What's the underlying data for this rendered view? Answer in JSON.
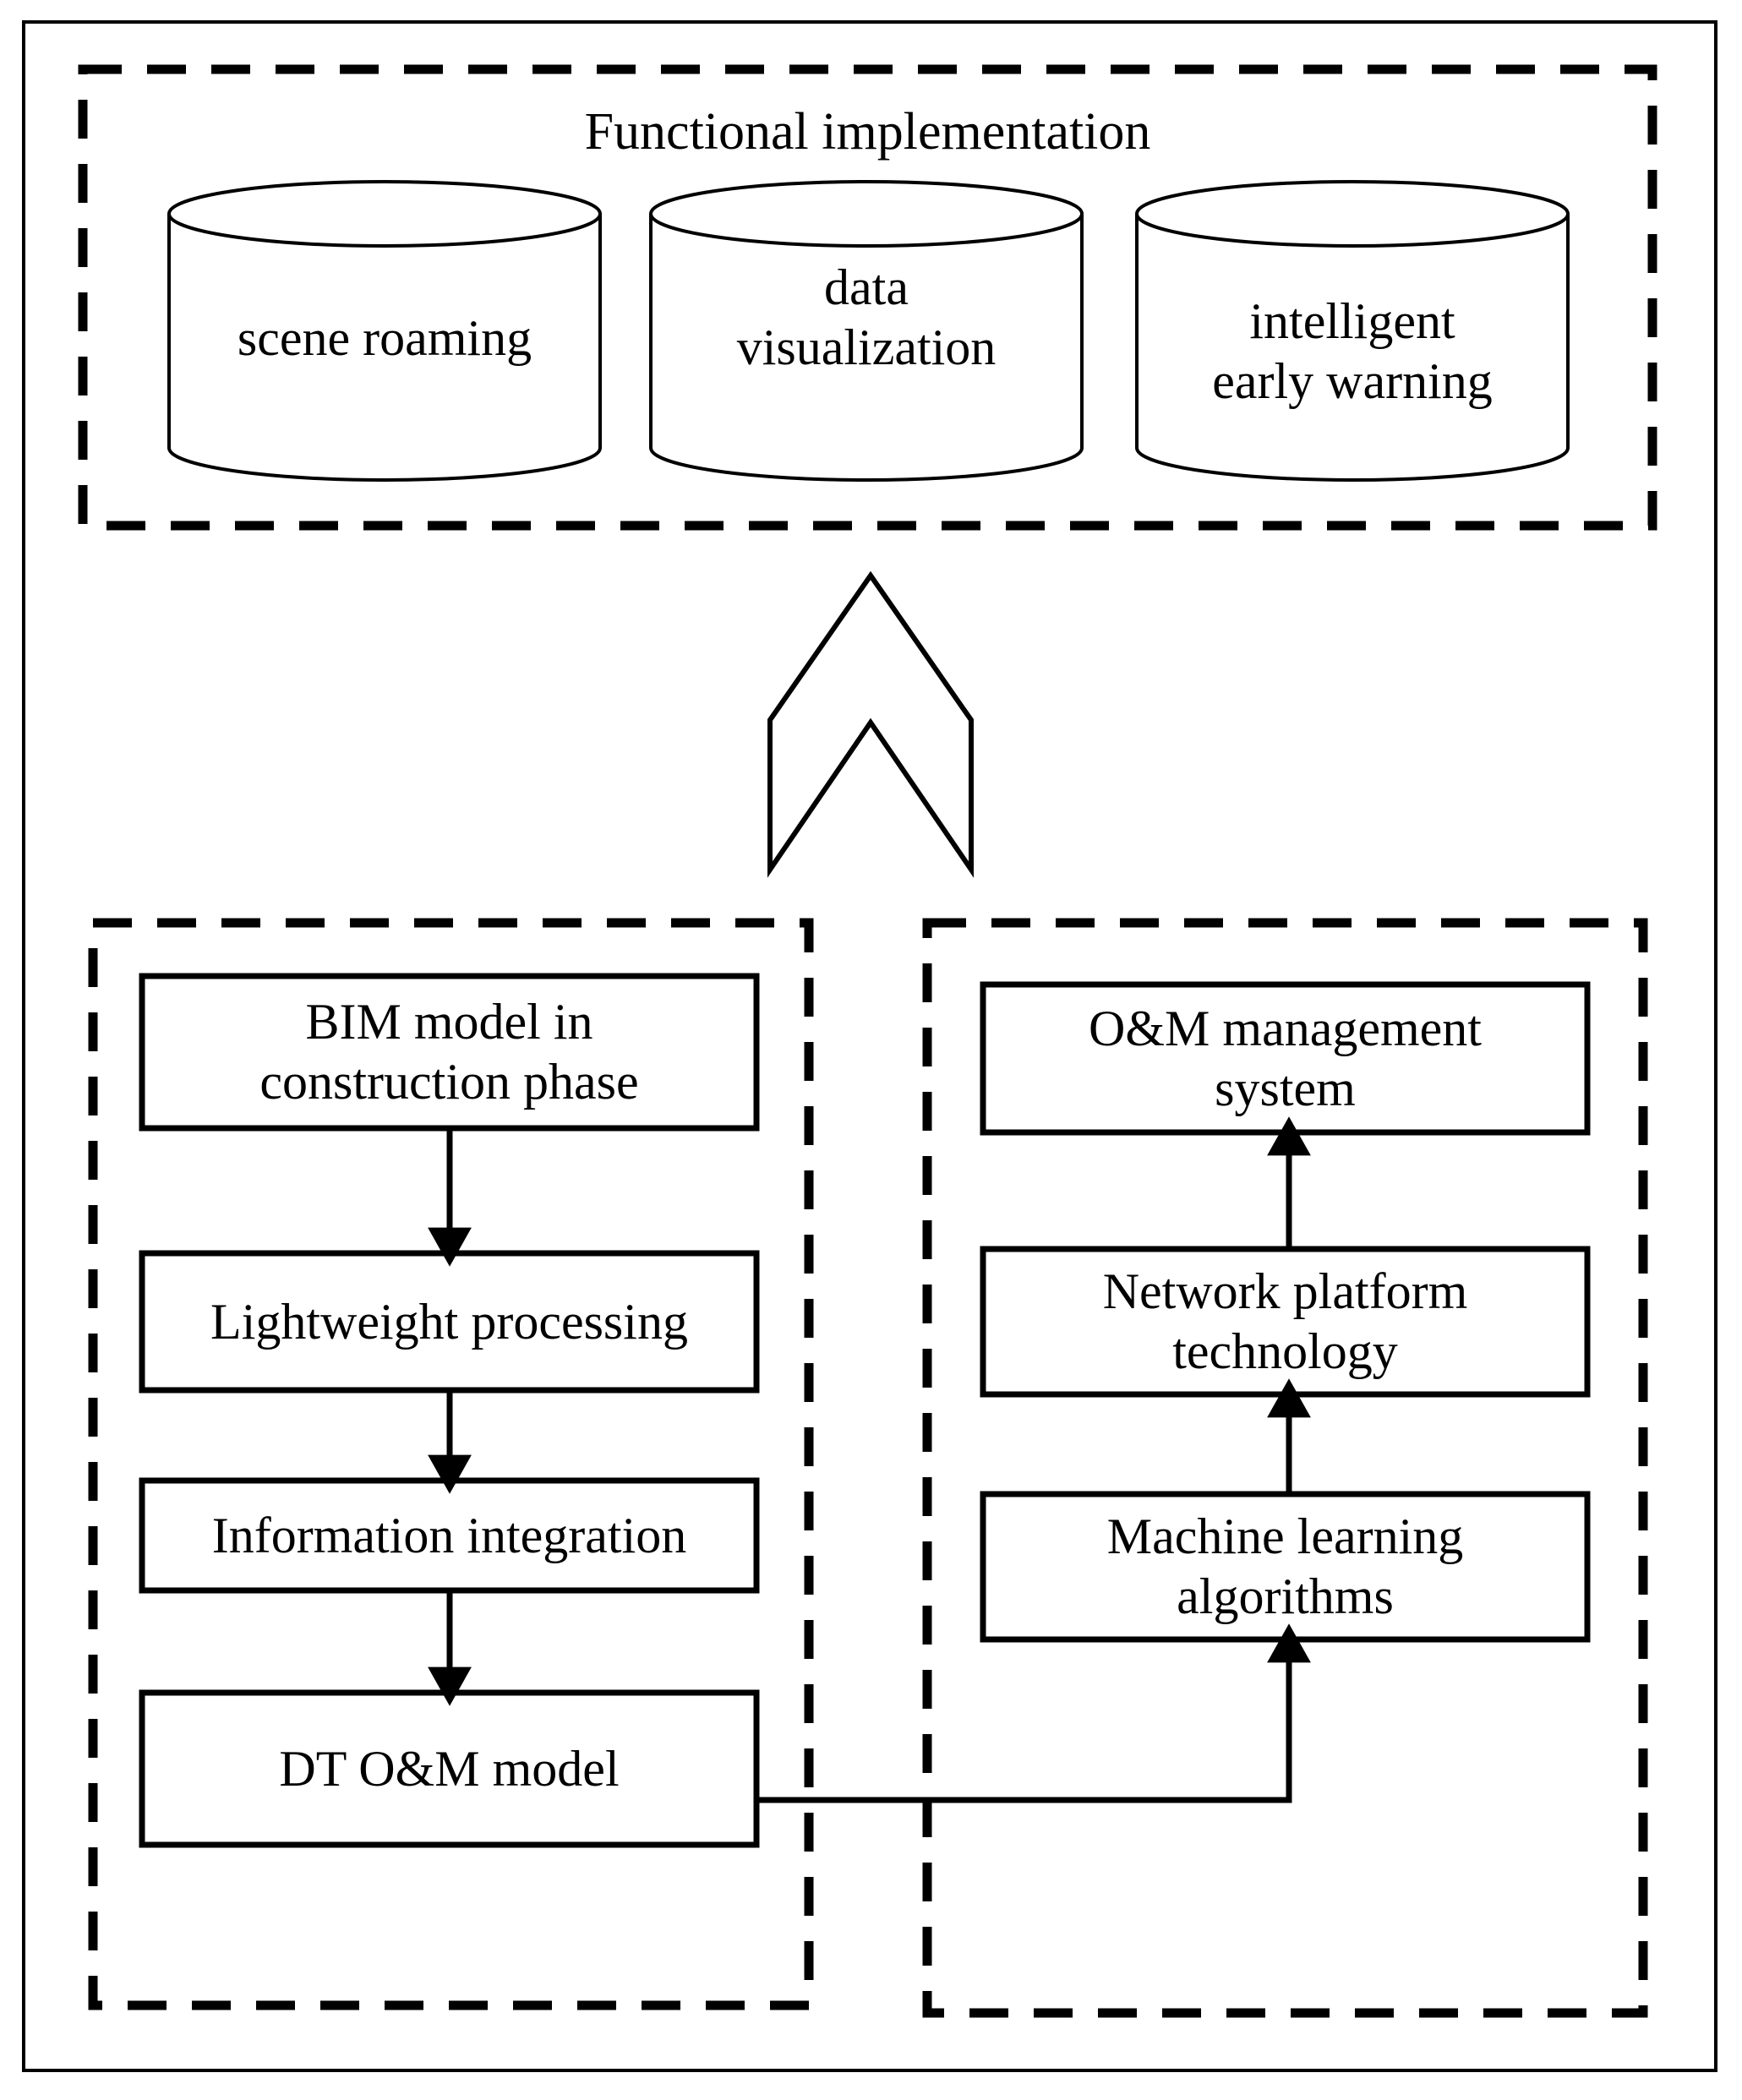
{
  "figure": {
    "type": "block-diagram",
    "background_color": "#ffffff",
    "stroke_color": "#000000"
  },
  "outer_frame": {
    "name": "outer-frame",
    "style": "solid-thin"
  },
  "functional_group": {
    "title": "Functional implementation",
    "border_style": "dashed",
    "cylinders": [
      {
        "label": "scene roaming"
      },
      {
        "label": "data\nvisualization"
      },
      {
        "label": "intelligent\nearly warning"
      }
    ]
  },
  "up_arrow": {
    "name": "chevron-up-icon",
    "direction": "up"
  },
  "left_group": {
    "border_style": "dashed",
    "boxes": [
      {
        "label": "BIM model in\nconstruction phase"
      },
      {
        "label": "Lightweight processing"
      },
      {
        "label": "Information integration"
      },
      {
        "label": "DT O&M model"
      }
    ],
    "connectors": [
      {
        "from": "BIM model in construction phase",
        "to": "Lightweight processing",
        "direction": "down"
      },
      {
        "from": "Lightweight processing",
        "to": "Information integration",
        "direction": "down"
      },
      {
        "from": "Information integration",
        "to": "DT O&M model",
        "direction": "down"
      }
    ]
  },
  "right_group": {
    "border_style": "dashed",
    "boxes": [
      {
        "label": "O&M management\nsystem"
      },
      {
        "label": "Network platform\ntechnology"
      },
      {
        "label": "Machine learning\nalgorithms"
      }
    ],
    "connectors": [
      {
        "from": "Network platform technology",
        "to": "O&M management system",
        "direction": "up"
      },
      {
        "from": "Machine learning algorithms",
        "to": "Network platform technology",
        "direction": "up"
      }
    ]
  },
  "cross_connector": {
    "from": "DT O&M model",
    "to": "Machine learning algorithms",
    "routing": "right-then-up"
  }
}
